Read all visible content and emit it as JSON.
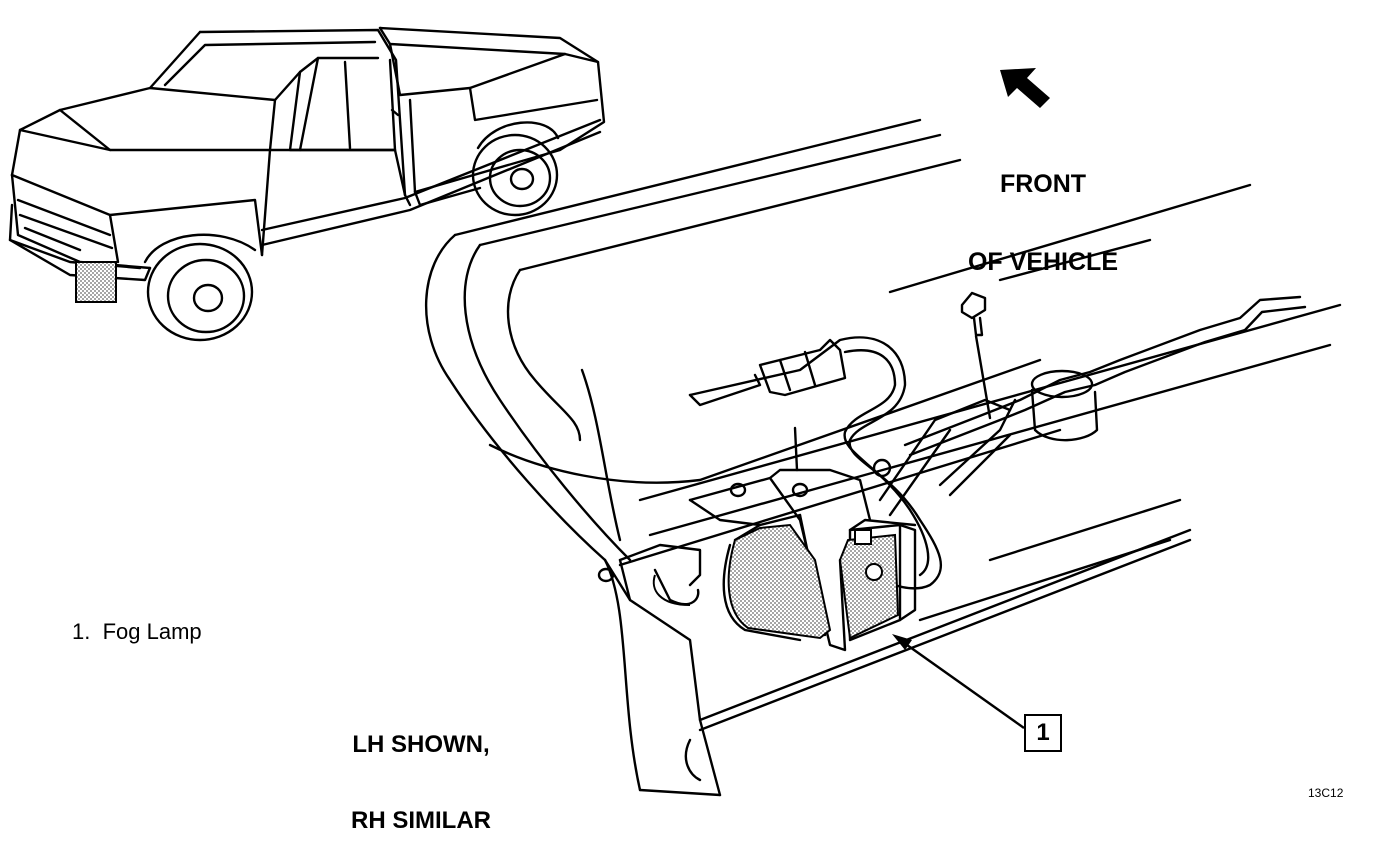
{
  "labels": {
    "front_line1": "FRONT",
    "front_line2": "OF VEHICLE",
    "side_line1": "LH SHOWN,",
    "side_line2": "RH SIMILAR",
    "legend": "1.  Fog Lamp",
    "callout": "1",
    "figure_code": "13C12"
  },
  "icons": {
    "arrow": "front-direction-arrow"
  },
  "colors": {
    "line": "#000000",
    "background": "#ffffff",
    "stipple": "#9a9a9a"
  }
}
